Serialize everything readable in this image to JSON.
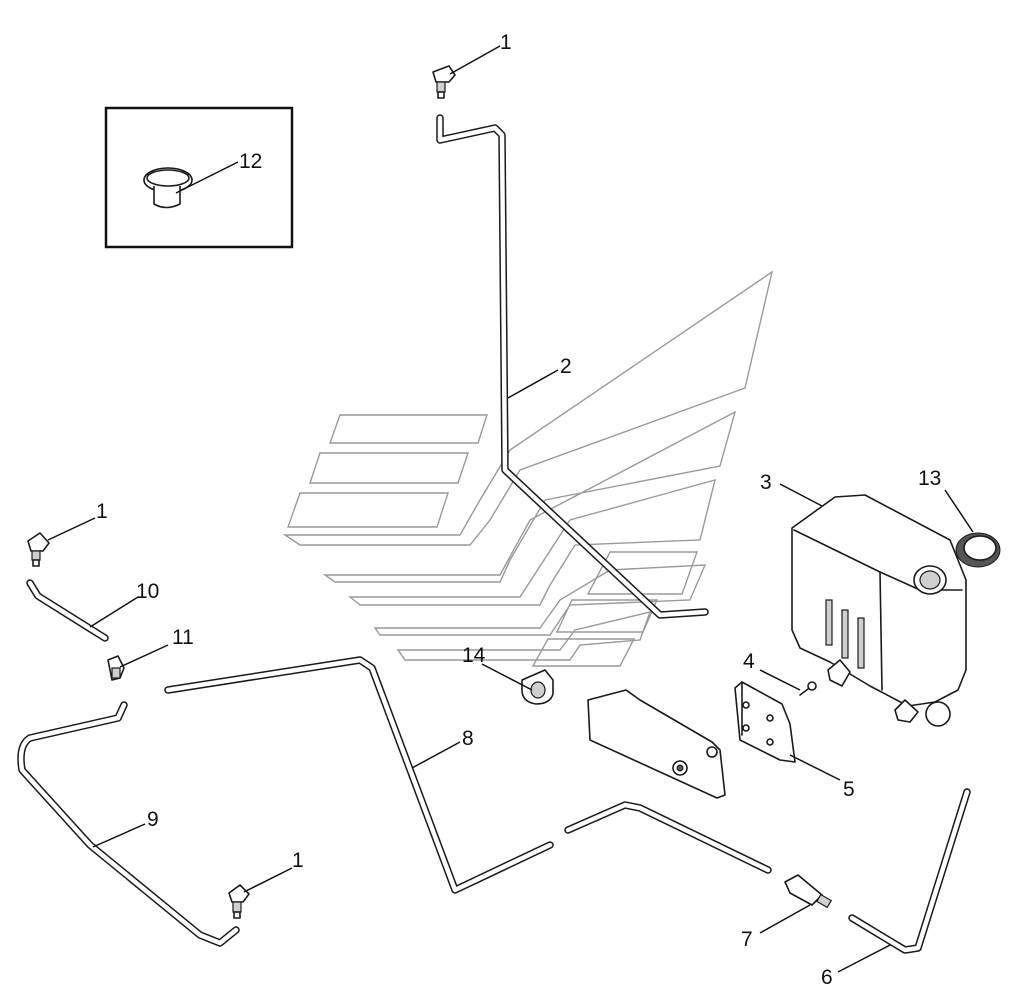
{
  "callouts": {
    "c1a": "1",
    "c1b": "1",
    "c1c": "1",
    "c2": "2",
    "c3": "3",
    "c4": "4",
    "c5": "5",
    "c6": "6",
    "c7": "7",
    "c8": "8",
    "c9": "9",
    "c10": "10",
    "c11": "11",
    "c12": "12",
    "c13": "13",
    "c14": "14"
  },
  "colors": {
    "line": "#1a1a1a",
    "watermark": "#9a9a9a",
    "background": "#ffffff"
  }
}
